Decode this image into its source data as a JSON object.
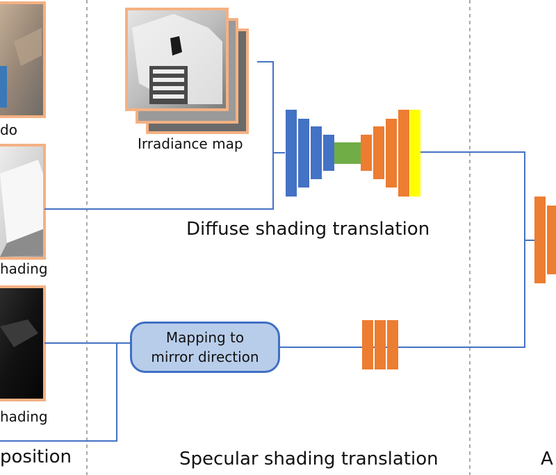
{
  "labels": {
    "albedo": "do",
    "diffuse_input": "hading",
    "specular_input": "hading",
    "decomposition": "position",
    "irradiance": "Irradiance map",
    "mapping_line1": "Mapping to",
    "mapping_line2": "mirror direction",
    "diffuse_translation": "Diffuse shading translation",
    "specular_translation": "Specular shading translation",
    "right_section": "A"
  },
  "colors": {
    "encoder": "#4472c4",
    "bottleneck": "#70ad47",
    "decoder": "#ed7d31",
    "output_layer": "#ffff00",
    "frame": "#f4b183",
    "connector": "#4472c4",
    "divider": "#aaaaaa"
  }
}
